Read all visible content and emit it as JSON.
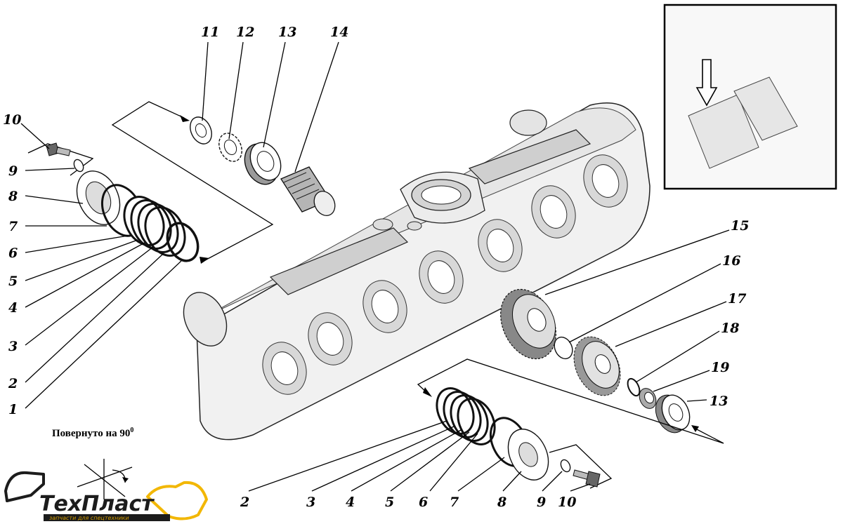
{
  "caption": {
    "text": "Повернуто на 90",
    "sup": "0"
  },
  "logo": {
    "name": "ТехПласт",
    "tagline": "запчасти для спецтехники",
    "accent": "#f2b705",
    "dark": "#1c1c1c"
  },
  "labels": {
    "left": [
      "10",
      "9",
      "8",
      "7",
      "6",
      "5",
      "4",
      "3",
      "2",
      "1"
    ],
    "top": [
      "11",
      "12",
      "13",
      "14"
    ],
    "right": [
      "15",
      "16",
      "17",
      "18",
      "19",
      "13"
    ],
    "bottom": [
      "2",
      "3",
      "4",
      "5",
      "6",
      "7",
      "8",
      "9",
      "10"
    ]
  }
}
